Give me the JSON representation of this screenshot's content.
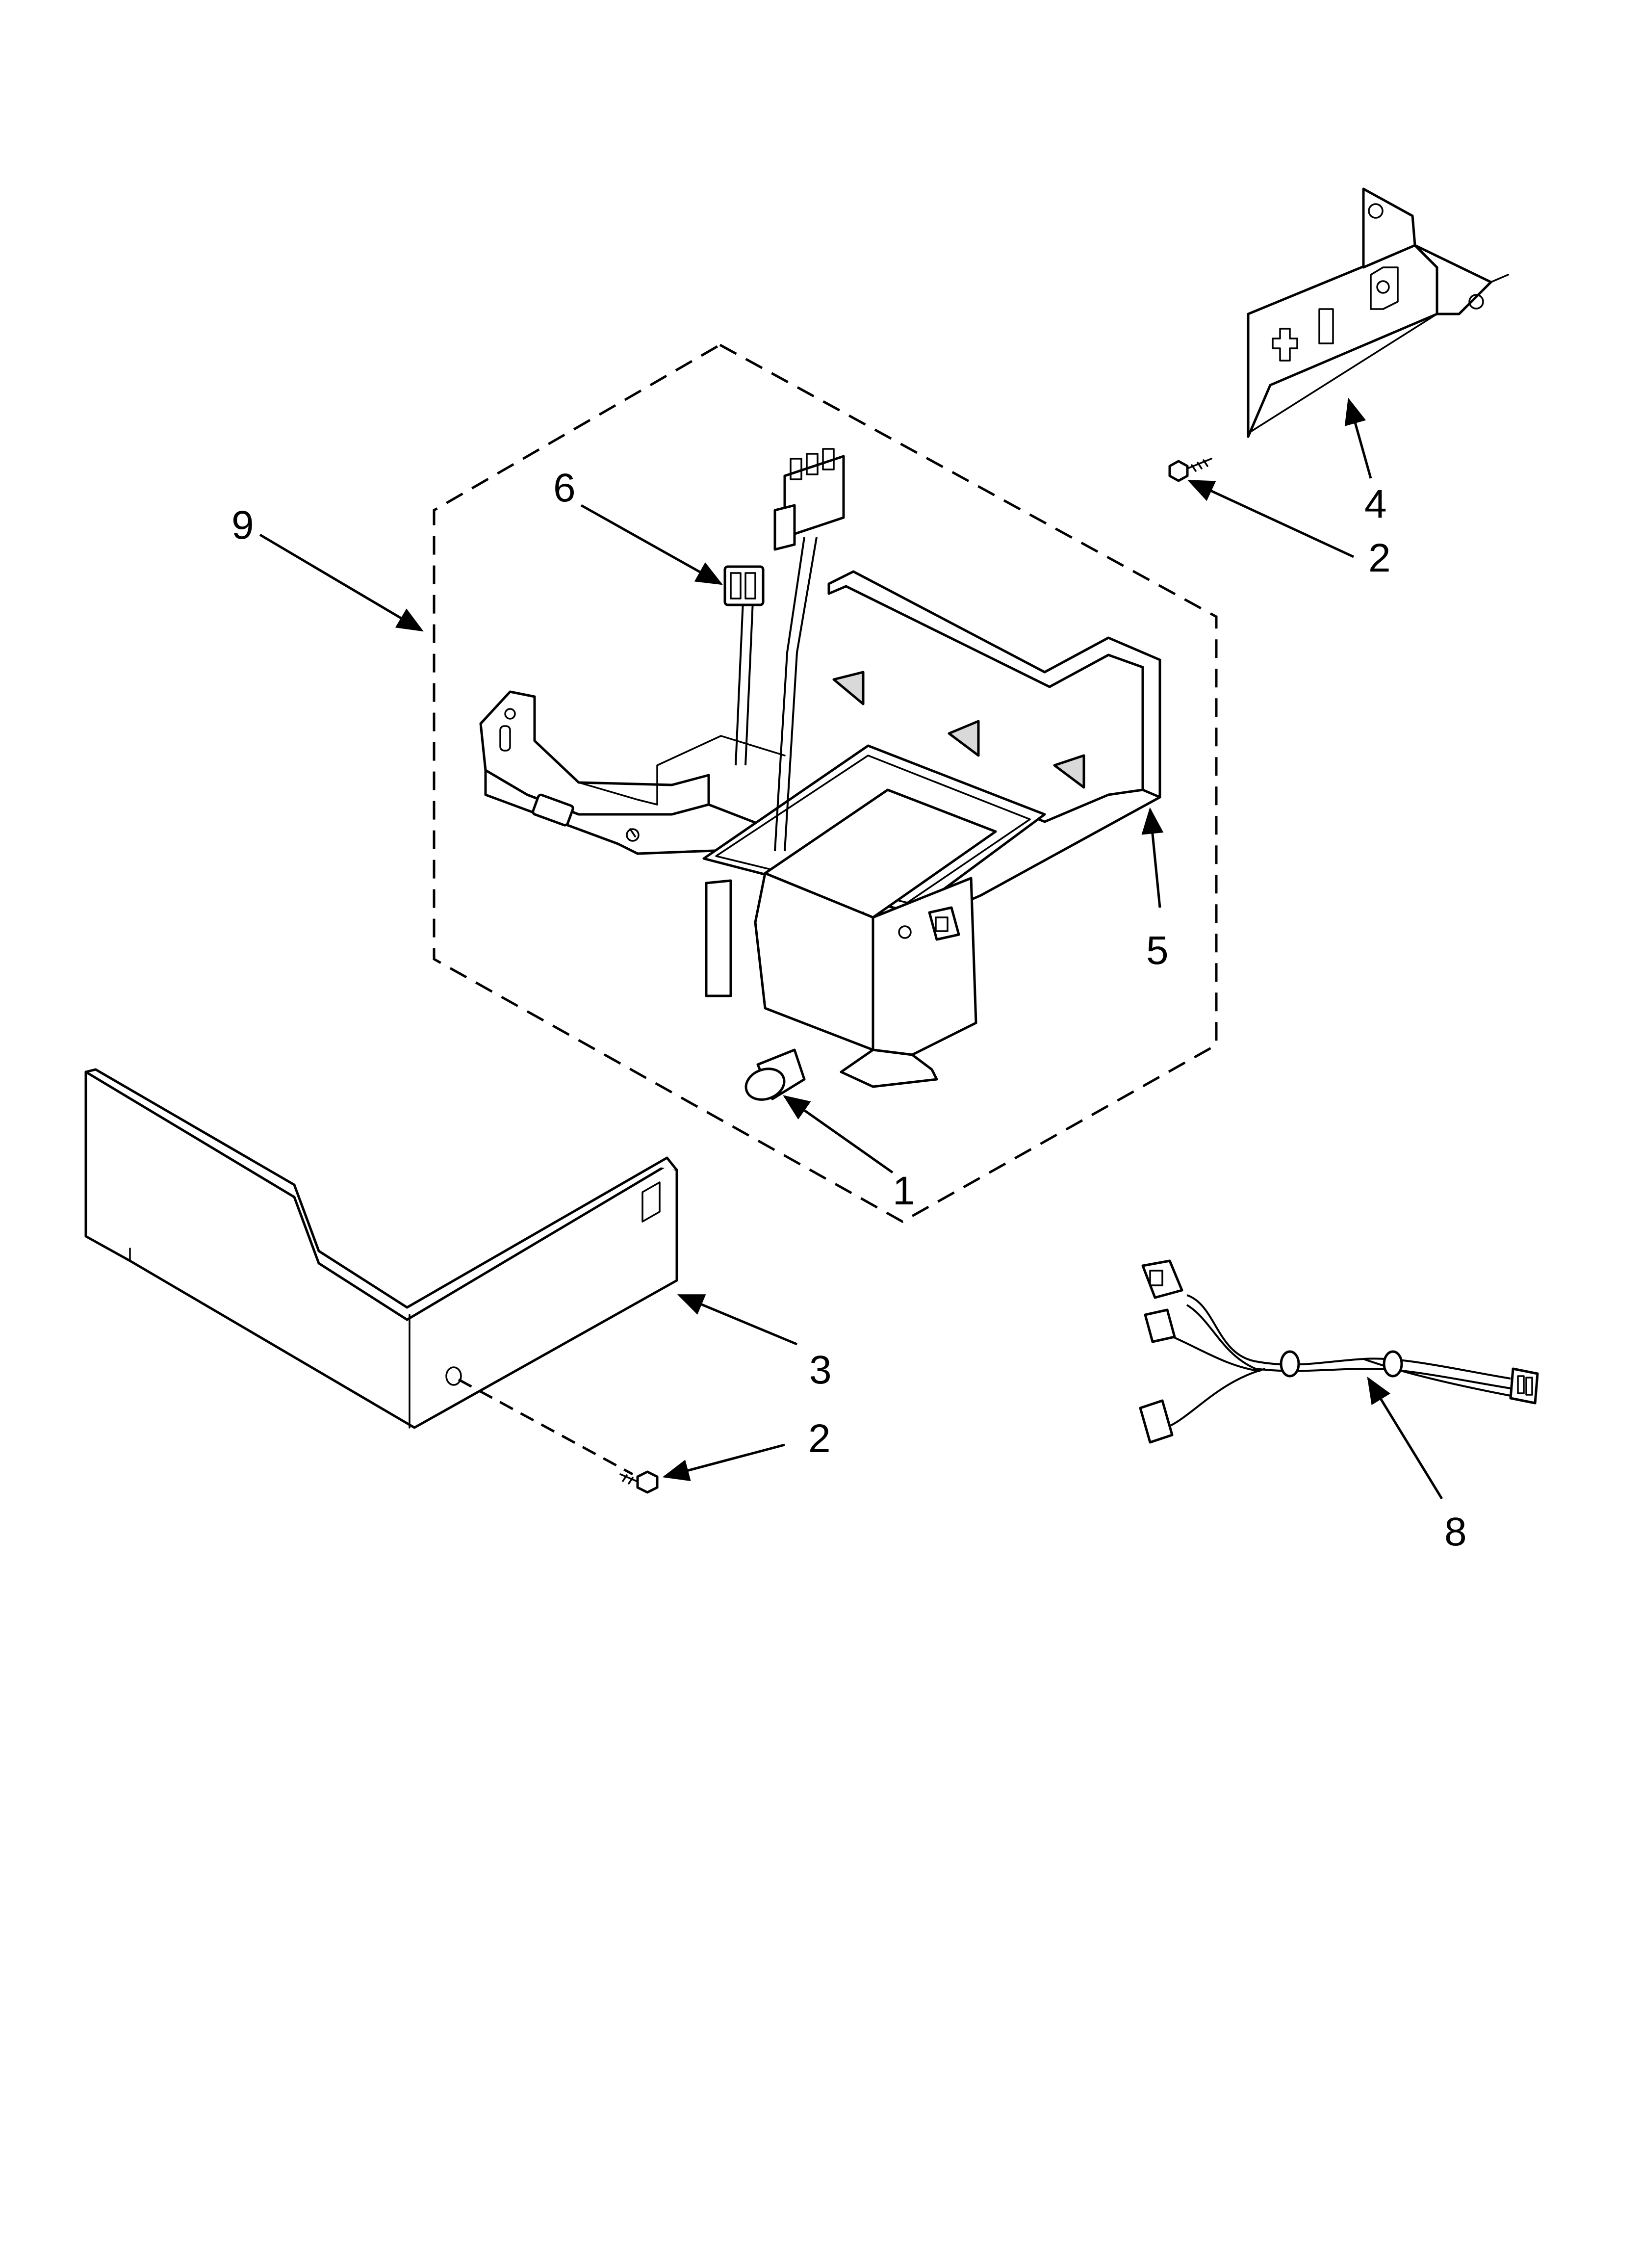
{
  "callouts": [
    {
      "id": "item-1",
      "label": "1"
    },
    {
      "id": "item-2-top",
      "label": "2"
    },
    {
      "id": "item-2-bottom",
      "label": "2"
    },
    {
      "id": "item-3",
      "label": "3"
    },
    {
      "id": "item-4",
      "label": "4"
    },
    {
      "id": "item-5",
      "label": "5"
    },
    {
      "id": "item-6",
      "label": "6"
    },
    {
      "id": "item-8",
      "label": "8"
    },
    {
      "id": "item-9",
      "label": "9"
    }
  ]
}
